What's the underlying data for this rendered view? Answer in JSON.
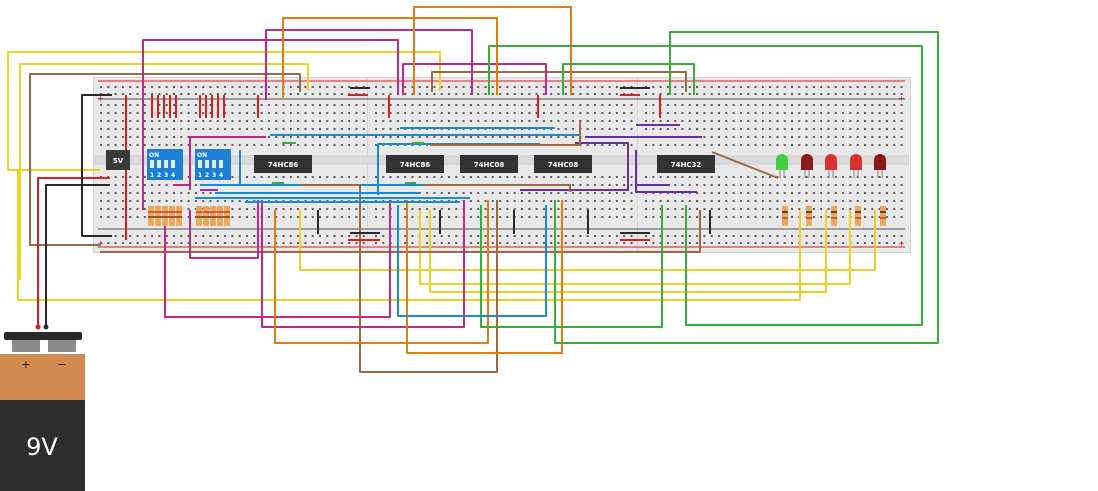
{
  "circuit": {
    "battery": {
      "label": "9V",
      "plus": "+",
      "minus": "−"
    },
    "regulator": {
      "label": "5V"
    },
    "dip_switches": [
      {
        "on_label": "ON",
        "numbers": [
          "1",
          "2",
          "3",
          "4"
        ]
      },
      {
        "on_label": "ON",
        "numbers": [
          "1",
          "2",
          "3",
          "4"
        ]
      }
    ],
    "chips": [
      "74HC86",
      "74HC86",
      "74HC08",
      "74HC08",
      "74HC32"
    ],
    "leds": [
      {
        "color": "#44cc44"
      },
      {
        "color": "#8b1a1a"
      },
      {
        "color": "#d63030"
      },
      {
        "color": "#d63030"
      },
      {
        "color": "#8b1a1a"
      }
    ],
    "rail_signs": {
      "plus": "+",
      "minus": "−"
    },
    "wire_colors": {
      "yellow": "#f0d020",
      "magenta": "#c0288a",
      "orange": "#e07c10",
      "green": "#3aae3a",
      "brown": "#9b6a44",
      "blue": "#1a8ccc",
      "purple": "#6a2f9c",
      "red": "#d82020",
      "black": "#2a2a2a"
    }
  }
}
